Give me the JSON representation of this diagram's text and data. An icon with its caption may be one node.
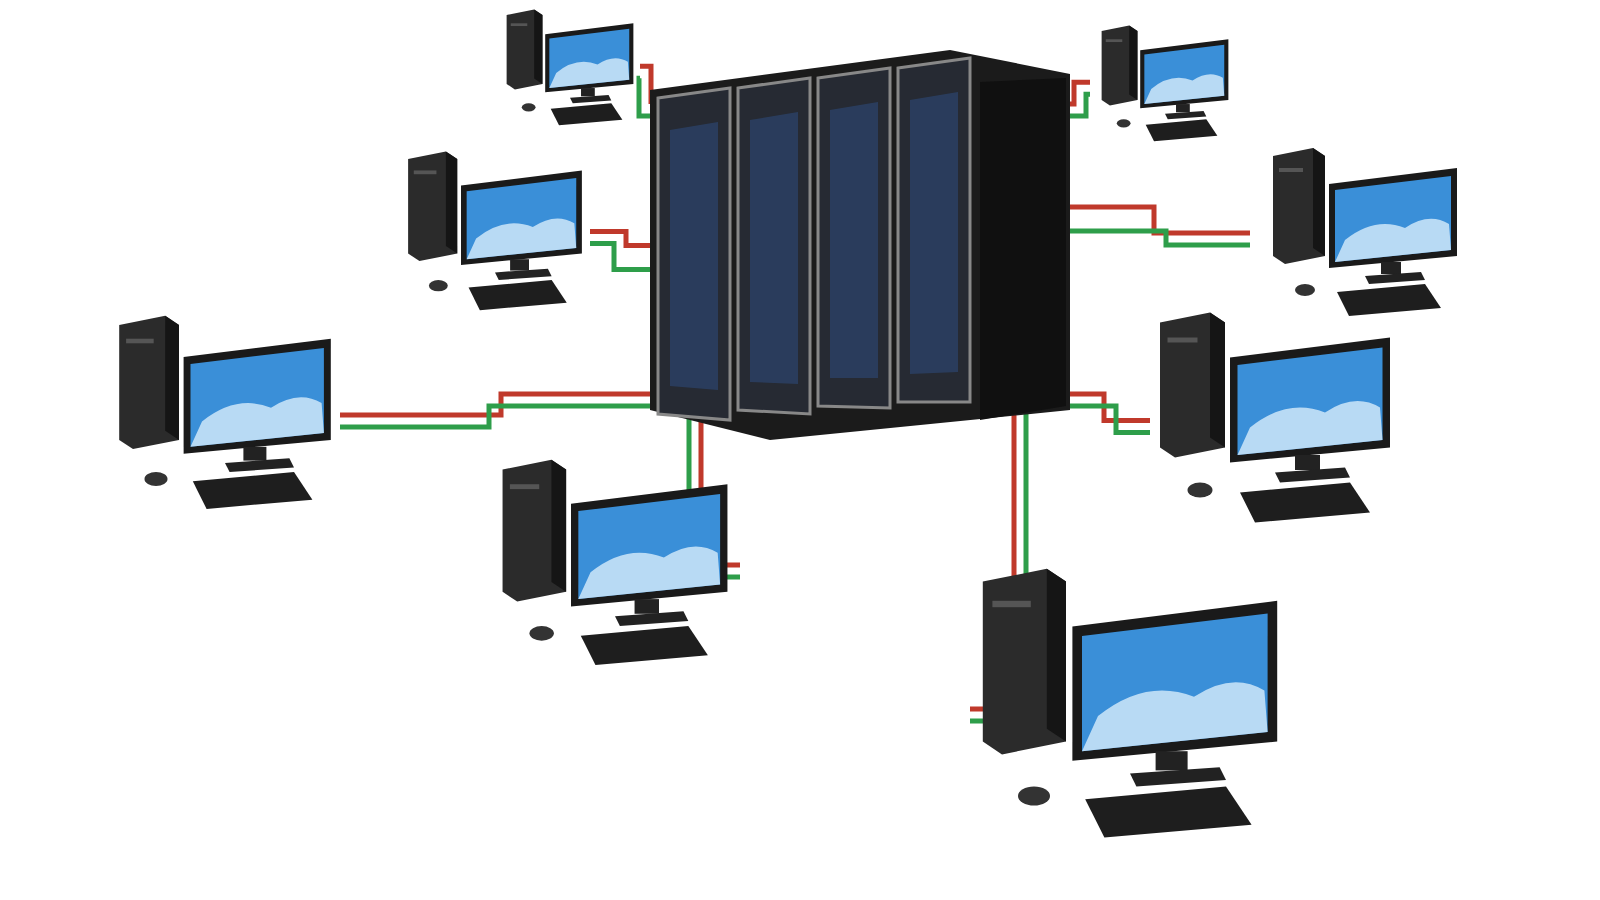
{
  "diagram": {
    "nodes": [
      {
        "text": [],
        "shape": "picture"
      },
      {
        "text": [],
        "shape": "picture"
      },
      {
        "text": [],
        "shape": "picture"
      },
      {
        "text": [],
        "shape": "picture"
      },
      {
        "text": [],
        "shape": "picture"
      },
      {
        "text": [],
        "shape": "picture"
      },
      {
        "text": [],
        "shape": "picture"
      },
      {
        "text": [],
        "shape": "picture"
      },
      {
        "text": [],
        "shape": "picture"
      }
    ],
    "edges": [
      {
        "from": 1,
        "to": 0,
        "arrow": "none",
        "color": "#c0392b"
      },
      {
        "from": 1,
        "to": 0,
        "arrow": "none",
        "color": "#2e9e4a"
      },
      {
        "from": 2,
        "to": 0,
        "arrow": "none",
        "color": "#c0392b"
      },
      {
        "from": 2,
        "to": 0,
        "arrow": "none",
        "color": "#2e9e4a"
      },
      {
        "from": 3,
        "to": 0,
        "arrow": "none",
        "color": "#c0392b"
      },
      {
        "from": 3,
        "to": 0,
        "arrow": "none",
        "color": "#2e9e4a"
      },
      {
        "from": 4,
        "to": 0,
        "arrow": "none",
        "color": "#c0392b"
      },
      {
        "from": 4,
        "to": 0,
        "arrow": "none",
        "color": "#2e9e4a"
      },
      {
        "from": 5,
        "to": 0,
        "arrow": "none",
        "color": "#c0392b"
      },
      {
        "from": 5,
        "to": 0,
        "arrow": "none",
        "color": "#2e9e4a"
      },
      {
        "from": 6,
        "to": 0,
        "arrow": "none",
        "color": "#c0392b"
      },
      {
        "from": 6,
        "to": 0,
        "arrow": "none",
        "color": "#2e9e4a"
      },
      {
        "from": 7,
        "to": 0,
        "arrow": "none",
        "color": "#c0392b"
      },
      {
        "from": 7,
        "to": 0,
        "arrow": "none",
        "color": "#2e9e4a"
      },
      {
        "from": 8,
        "to": 0,
        "arrow": "none",
        "color": "#c0392b"
      },
      {
        "from": 8,
        "to": 0,
        "arrow": "none",
        "color": "#2e9e4a"
      }
    ]
  }
}
